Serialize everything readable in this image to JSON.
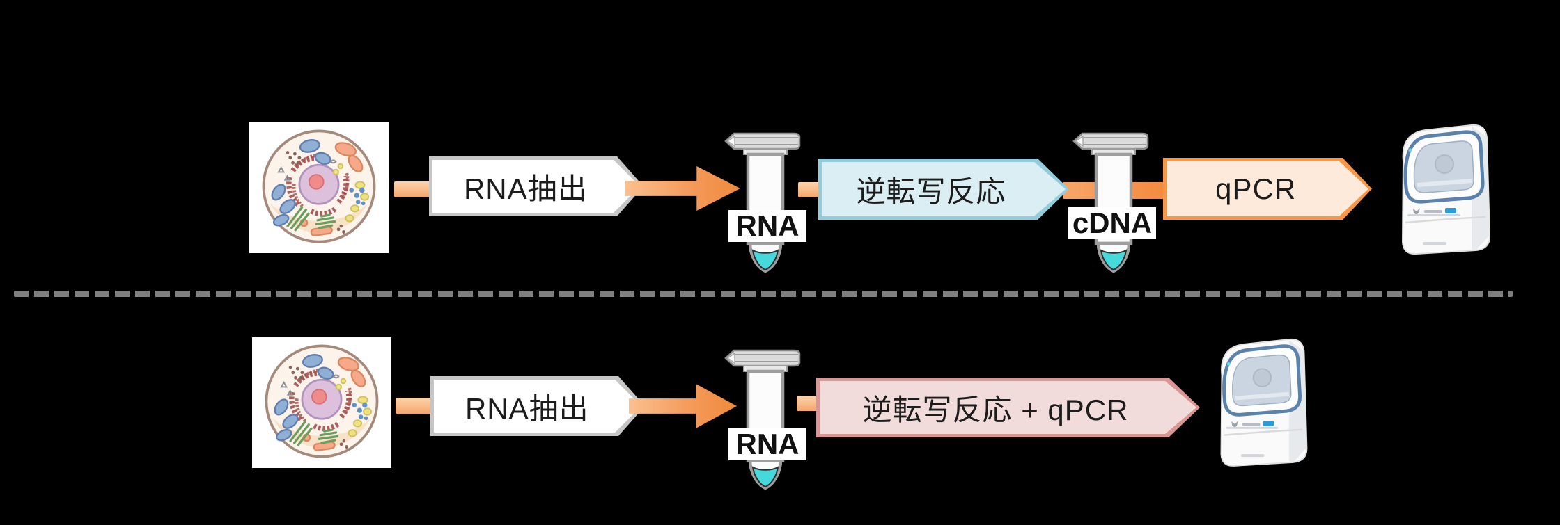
{
  "background": "#000000",
  "colors": {
    "flow_orange": "#EE8A3C",
    "flow_orange_light": "#FAC090",
    "extraction_fill": "#FFFFFF",
    "extraction_border": "#C6C6C6",
    "rt_fill": "#DAEEF3",
    "rt_border": "#92CDDC",
    "qpcr_fill": "#FDEADA",
    "qpcr_border": "#F79646",
    "onestep_fill": "#F2DCDB",
    "onestep_border": "#D99694",
    "divider_gray": "#7F7F7F",
    "tube_liquid": "#45D9DC",
    "machine_screen_rim": "#5B82AA"
  },
  "icons": {
    "cell": "eukaryotic-cell-illustration",
    "tube": "microcentrifuge-tube",
    "machine": "qpcr-instrument"
  },
  "row1": {
    "extraction_label": "RNA抽出",
    "tube1_label": "RNA",
    "rt_label": "逆転写反応",
    "tube2_label": "cDNA",
    "qpcr_label": "qPCR"
  },
  "row2": {
    "extraction_label": "RNA抽出",
    "tube1_label": "RNA",
    "combined_label": "逆転写反応 + qPCR"
  }
}
